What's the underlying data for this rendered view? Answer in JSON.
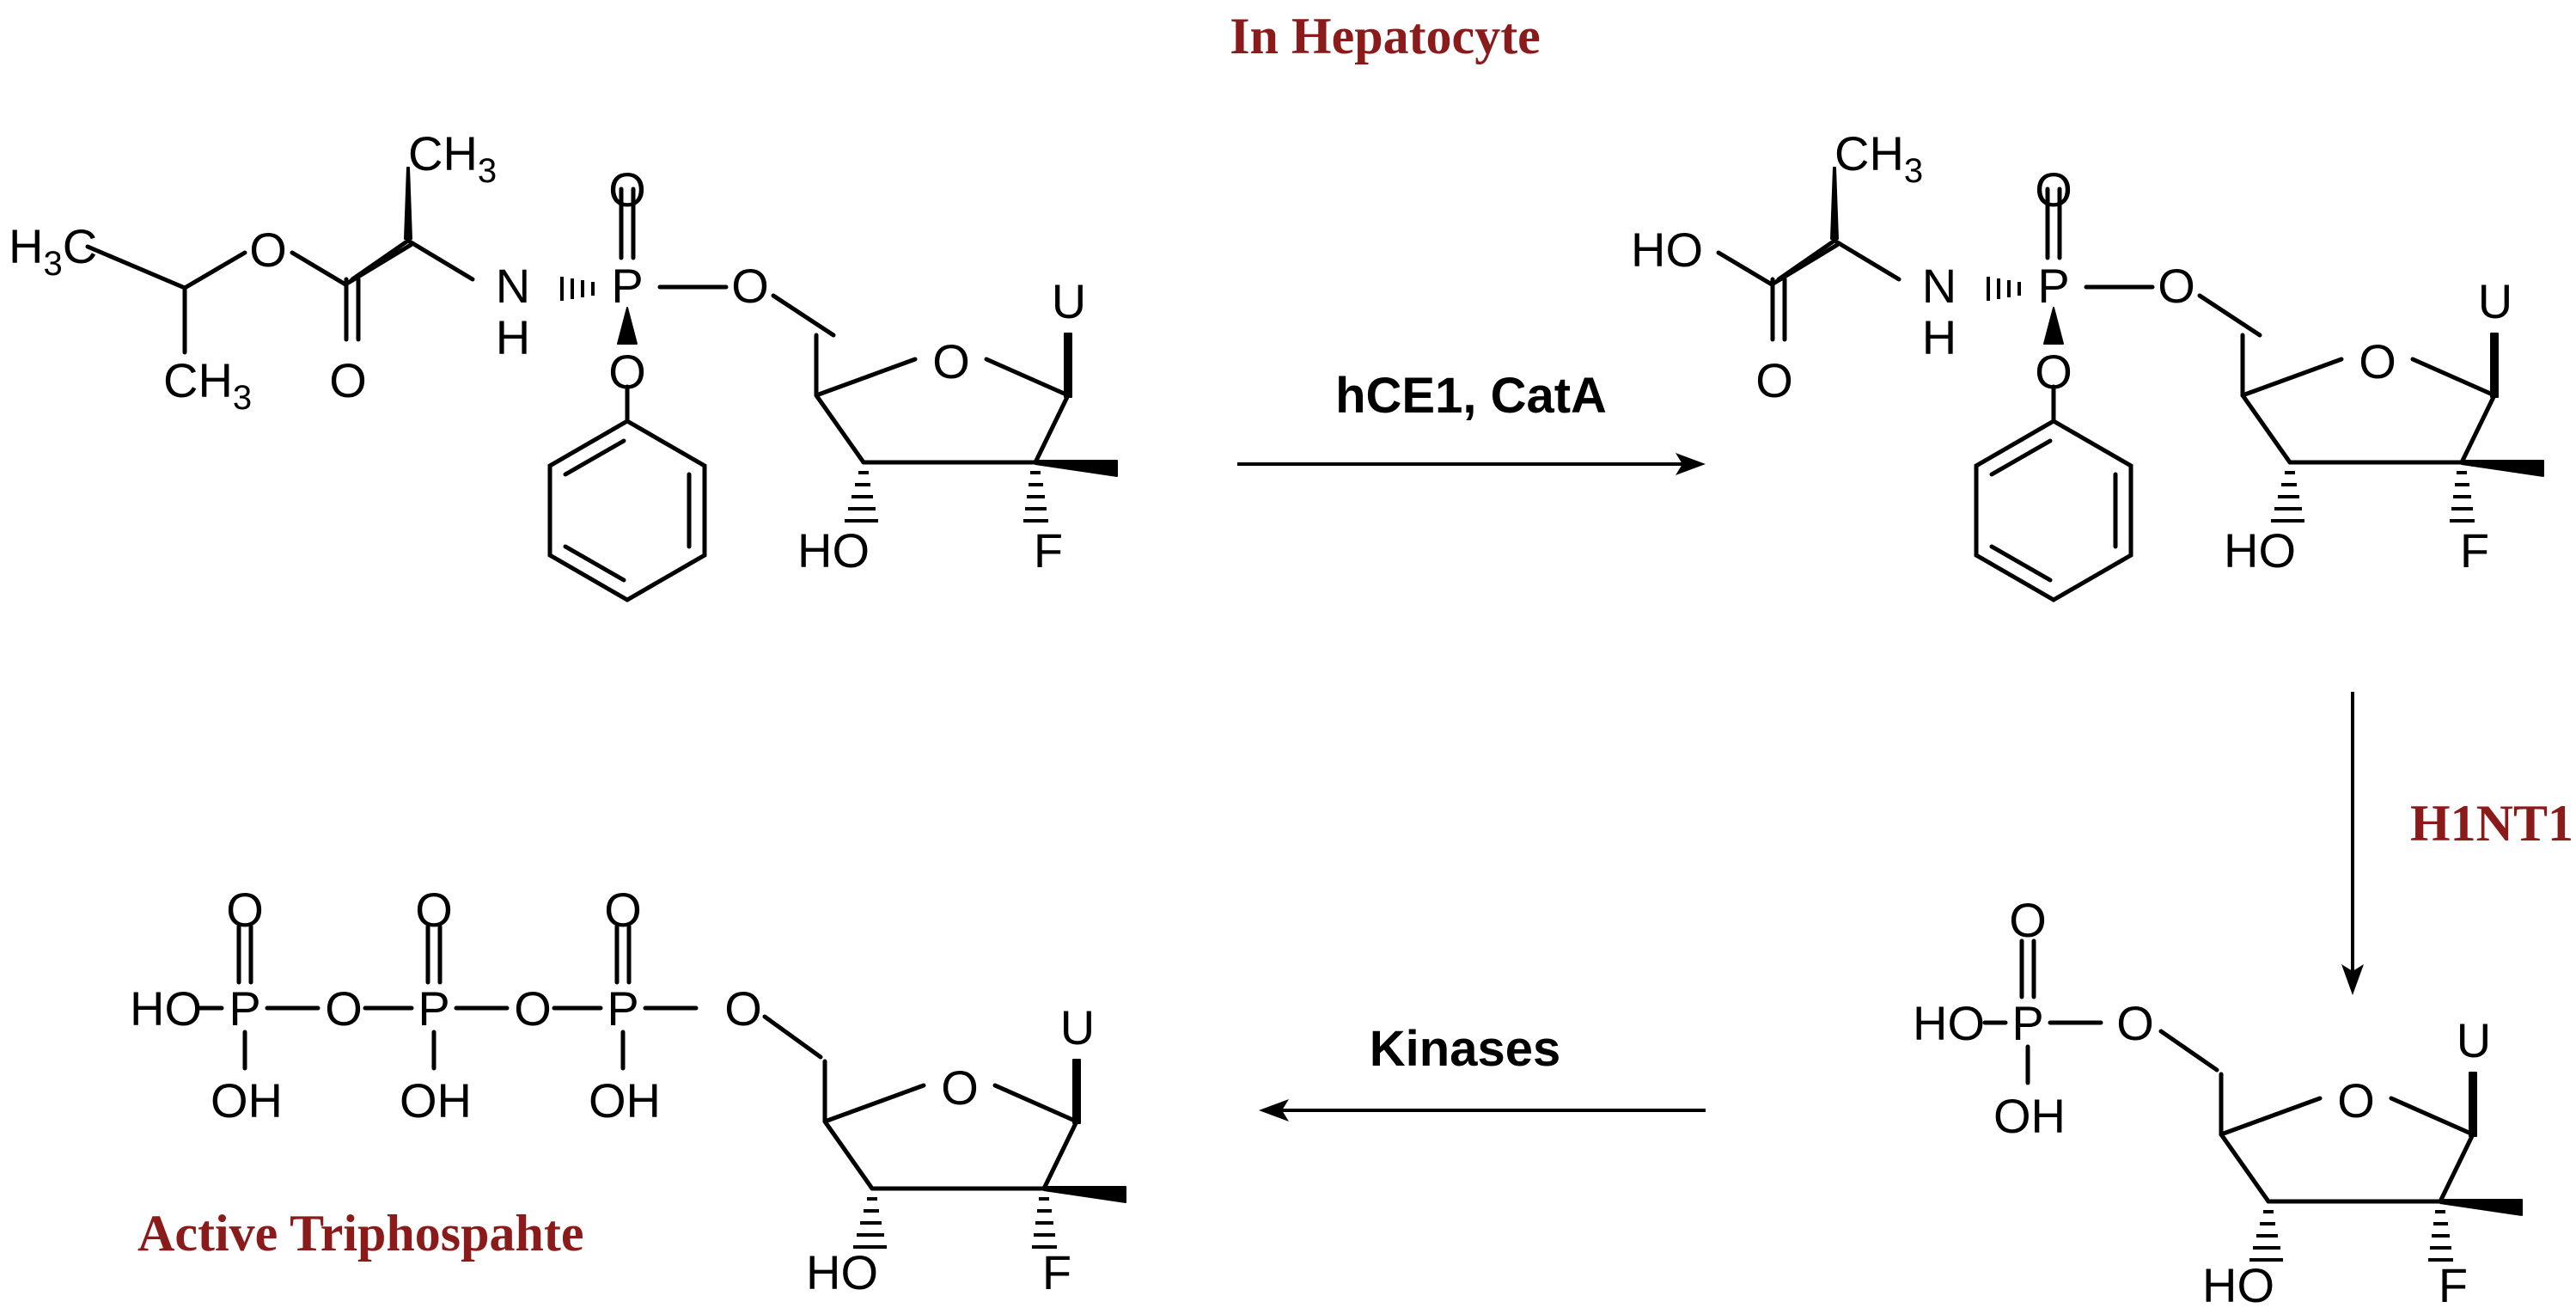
{
  "colors": {
    "caption": "#8b1a1a",
    "ink": "#000000",
    "background": "#ffffff"
  },
  "captions": {
    "location": "In Hepatocyte",
    "product": "Active Triphospahte"
  },
  "steps": {
    "step1": "hCE1, CatA",
    "step2": "H1NT1",
    "step3": "Kinases"
  },
  "atoms": {
    "ch3": "CH",
    "three": "3",
    "h": "H",
    "o": "O",
    "n": "N",
    "p": "P",
    "u": "U",
    "f": "F",
    "oh": "OH",
    "ho": "HO"
  }
}
